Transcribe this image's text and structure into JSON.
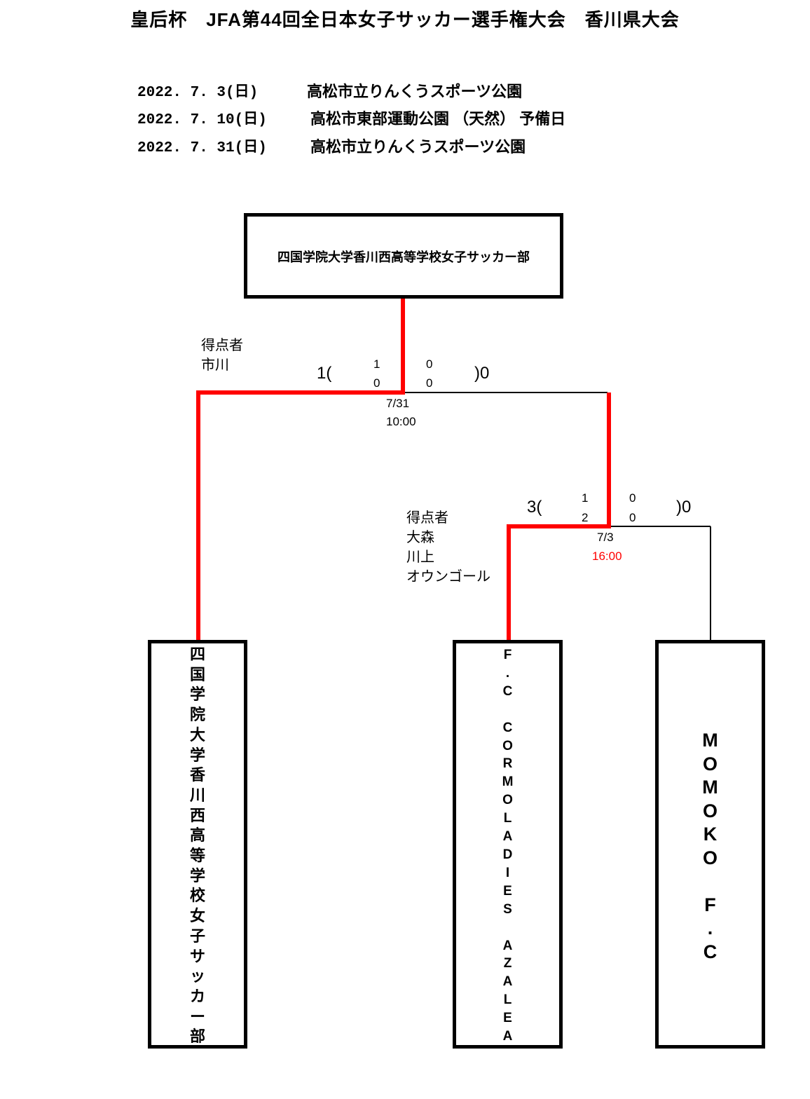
{
  "title": "皇后杯　JFA第44回全日本女子サッカー選手権大会　香川県大会",
  "schedule": [
    {
      "date": "2022. 7.  3(日)",
      "venue": "高松市立りんくうスポーツ公園"
    },
    {
      "date": "2022. 7. 10(日)",
      "venue": "高松市東部運動公園 （天然） 予備日"
    },
    {
      "date": "2022. 7. 31(日)",
      "venue": "高松市立りんくうスポーツ公園"
    }
  ],
  "champion": {
    "name": "四国学院大学香川西高等学校女子サッカー部"
  },
  "teams": [
    {
      "name": "四\n国\n学\n院\n大\n学\n香\n川\n西\n高\n等\n学\n校\n女\n子\n サ\nッ\nカ\nー\n部"
    },
    {
      "name": "F\n.\nC\n\nC\nO\nR\nM\nO\nL\nA\nD\nI\nE\nS\n\nA\nZ\nA\nL\nE\nA"
    },
    {
      "name": "M\nO\nM\nO\nK\nO\n\nF\n.\nC"
    }
  ],
  "final": {
    "scorers_label": "得点者\n市川",
    "left_total": "1(",
    "half1": "1",
    "half2": "0",
    "right_half1": "0",
    "right_half2": "0",
    "right_total": ")0",
    "date": "7/31",
    "time": "10:00"
  },
  "semi": {
    "scorers_label": "得点者\n大森\n川上\nオウンゴール",
    "left_total": "3(",
    "half1": "1",
    "half2": "2",
    "right_half1": "0",
    "right_half2": "0",
    "right_total": ")0",
    "date": "7/3",
    "time": "16:00"
  },
  "colors": {
    "winner_line": "#ff0000",
    "normal_line": "#000000",
    "box_border": "#000000"
  }
}
